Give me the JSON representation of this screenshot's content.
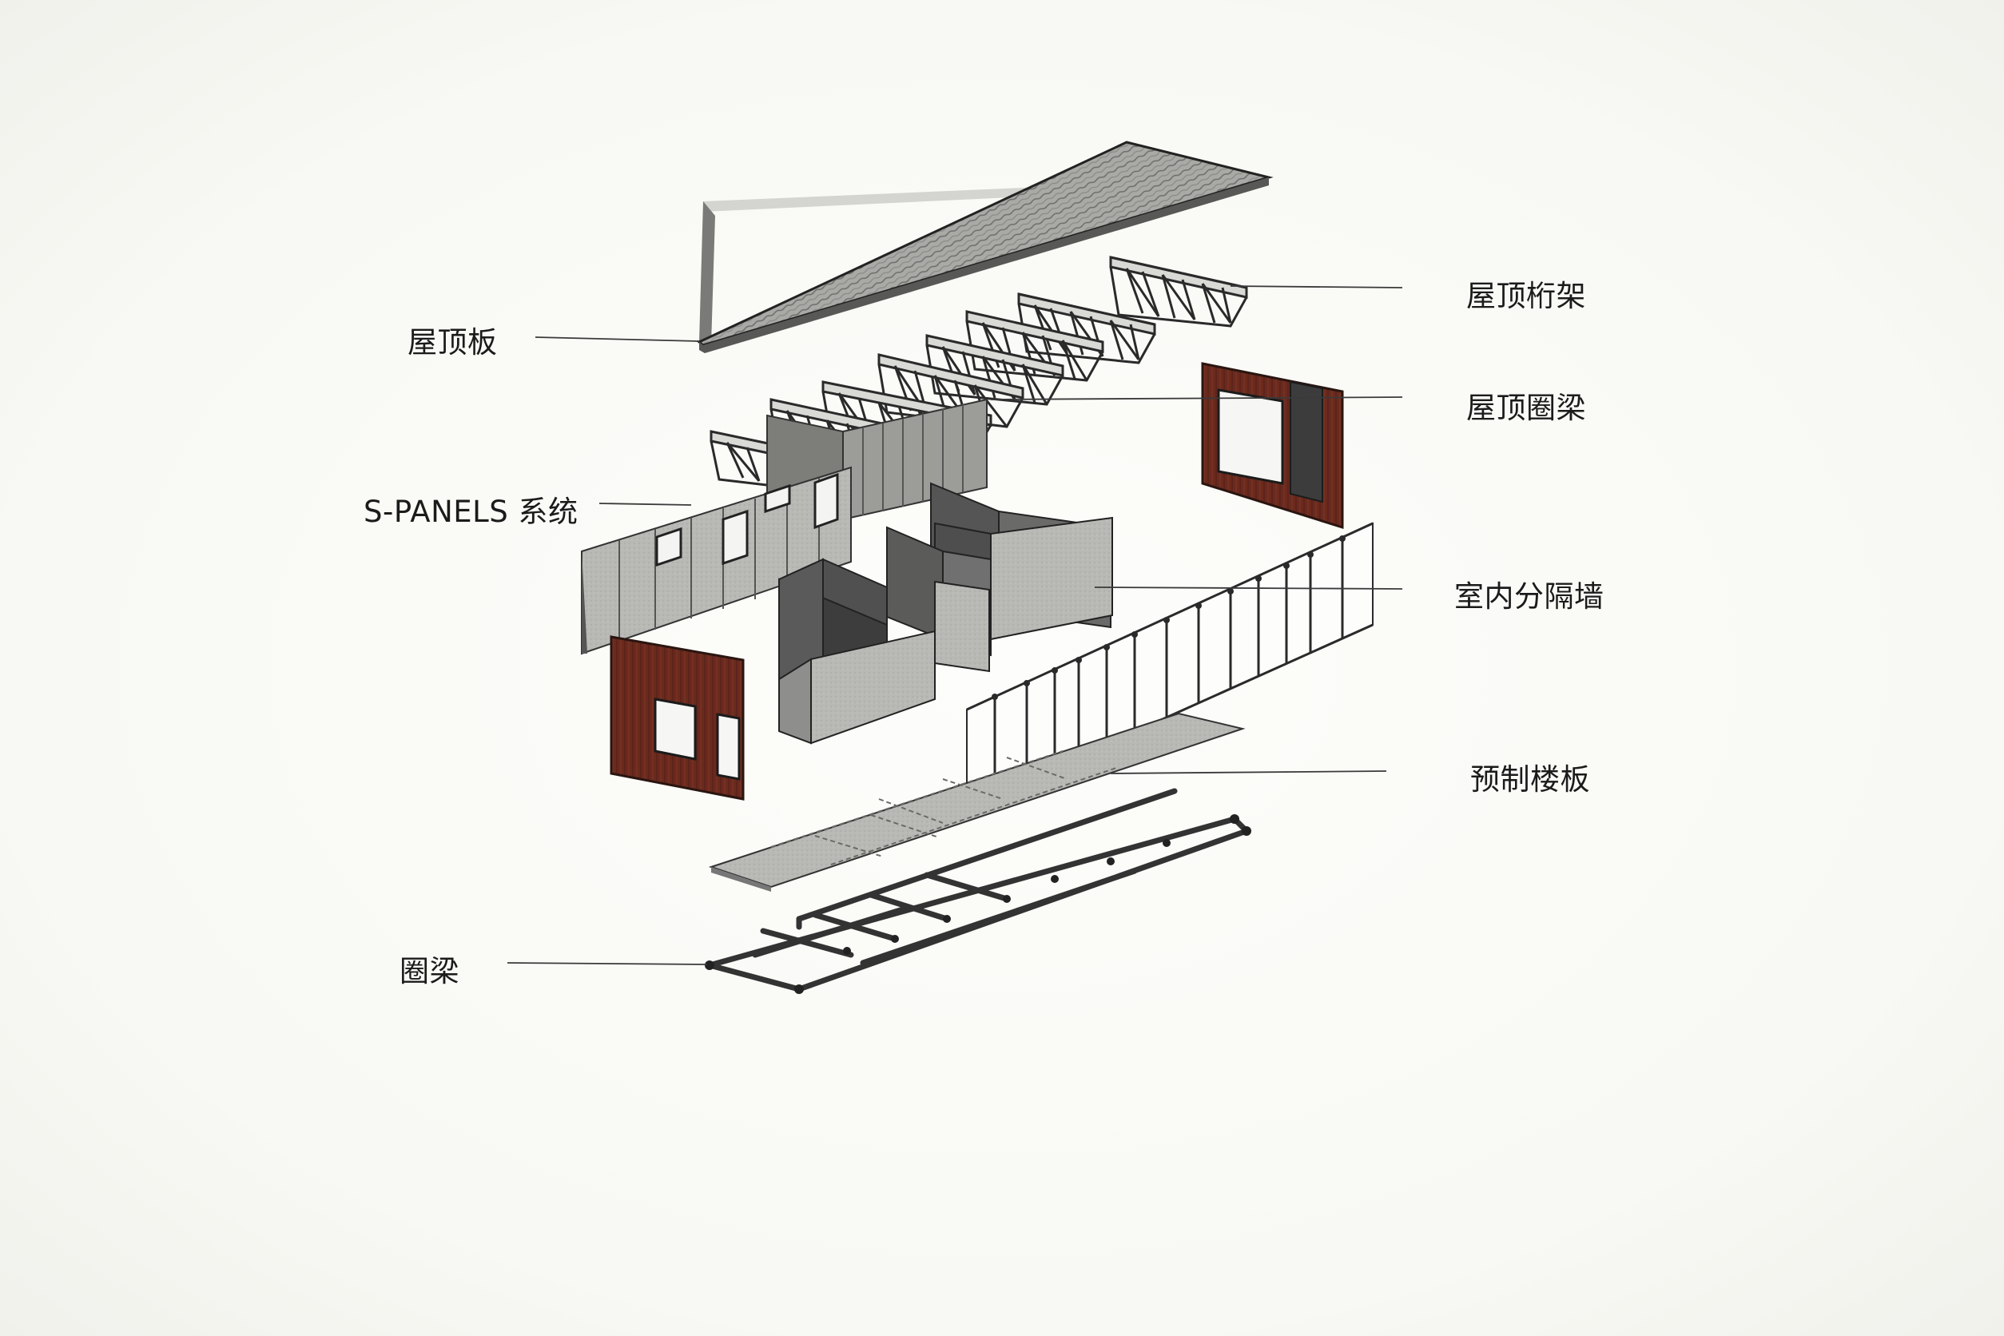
{
  "labels": {
    "roof_panel": "屋顶板",
    "roof_truss": "屋顶桁架",
    "roof_ring_beam": "屋顶圈梁",
    "s_panels": "S-PANELS 系统",
    "partition_wall": "室内分隔墙",
    "precast_floor": "预制楼板",
    "ring_beam": "圈梁"
  },
  "colors": {
    "background": "#fbfbf8",
    "line": "#2a2a2a",
    "wood": "#6b2a1c",
    "panel_grey": "#b9b9b6",
    "dark_grey": "#5a5a5a",
    "floor_grey": "#a8a8a5",
    "beam": "#3a3a3a"
  }
}
